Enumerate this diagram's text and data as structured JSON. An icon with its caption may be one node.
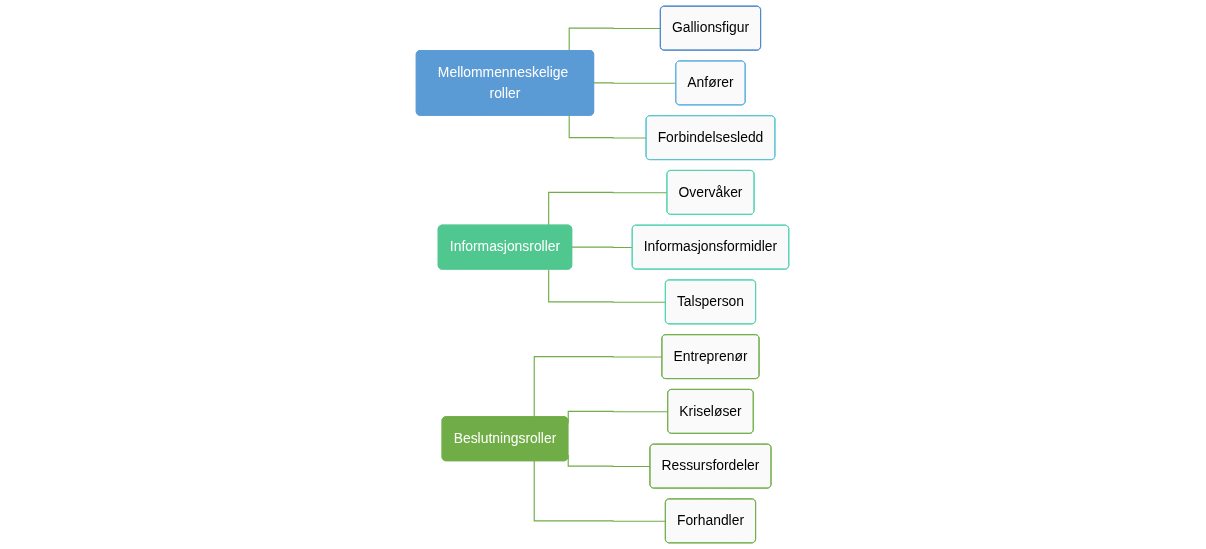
{
  "diagram": {
    "nodes": [
      {
        "text": [
          "Mellommenneskelige roller"
        ]
      },
      {
        "text": [
          "Gallionsfigur"
        ]
      },
      {
        "text": [
          "Anfører"
        ]
      },
      {
        "text": [
          "Forbindelsesledd"
        ]
      },
      {
        "text": [
          "Informasjonsroller"
        ]
      },
      {
        "text": [
          "Overvåker"
        ]
      },
      {
        "text": [
          "Informasjonsformidler"
        ]
      },
      {
        "text": [
          "Talsperson"
        ]
      },
      {
        "text": [
          "Beslutningsroller"
        ]
      },
      {
        "text": [
          "Entreprenør"
        ]
      },
      {
        "text": [
          "Kriseløser"
        ]
      },
      {
        "text": [
          "Ressursfordeler"
        ]
      },
      {
        "text": [
          "Forhandler"
        ]
      }
    ],
    "edges": [
      {
        "from": 0,
        "to": 1,
        "arrow": "none"
      },
      {
        "from": 0,
        "to": 2,
        "arrow": "none"
      },
      {
        "from": 0,
        "to": 3,
        "arrow": "none"
      },
      {
        "from": 4,
        "to": 5,
        "arrow": "none"
      },
      {
        "from": 4,
        "to": 6,
        "arrow": "none"
      },
      {
        "from": 4,
        "to": 7,
        "arrow": "none"
      },
      {
        "from": 8,
        "to": 9,
        "arrow": "none"
      },
      {
        "from": 8,
        "to": 10,
        "arrow": "none"
      },
      {
        "from": 8,
        "to": 11,
        "arrow": "none"
      },
      {
        "from": 8,
        "to": 12,
        "arrow": "none"
      }
    ]
  }
}
